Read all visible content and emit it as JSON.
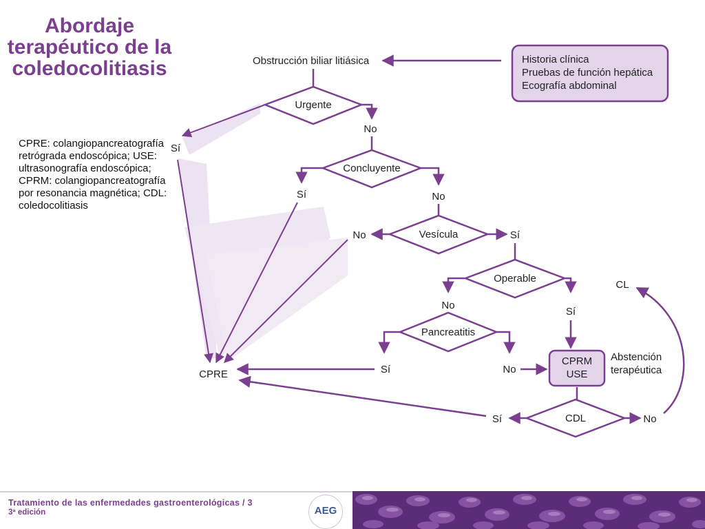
{
  "title": [
    "Abordaje",
    "terapéutico de la",
    "coledocolitiasis"
  ],
  "legend": "CPRE: colangiopancreatografía retrógrada endoscópica; USE: ultrasonografía endoscópica; CPRM: colangiopancreatografía por resonancia magnética; CDL: coledocolitiasis",
  "nodes": {
    "start": "Obstrucción biliar litiásica",
    "history": [
      "Historia clínica",
      "Pruebas de función hepática",
      "Ecografía abdominal"
    ],
    "urgente": "Urgente",
    "concluyente": "Concluyente",
    "vesicula": "Vesícula",
    "operable": "Operable",
    "pancreatitis": "Pancreatitis",
    "cdl": "CDL",
    "cprm_use": [
      "CPRM",
      "USE"
    ],
    "cpre": "CPRE",
    "abstencion": [
      "Abstención",
      "terapéutica"
    ],
    "cl": "CL"
  },
  "labels": {
    "si": "Sí",
    "no": "No"
  },
  "colors": {
    "accent": "#7b3f8f",
    "box_fill": "#e3d4ea",
    "diamond_fill": "#ffffff",
    "text": "#222222"
  },
  "footer": {
    "title": "Tratamiento de las enfermedades gastroenterológicas / 3",
    "edition": "3ª edición",
    "logo": "AEG"
  }
}
